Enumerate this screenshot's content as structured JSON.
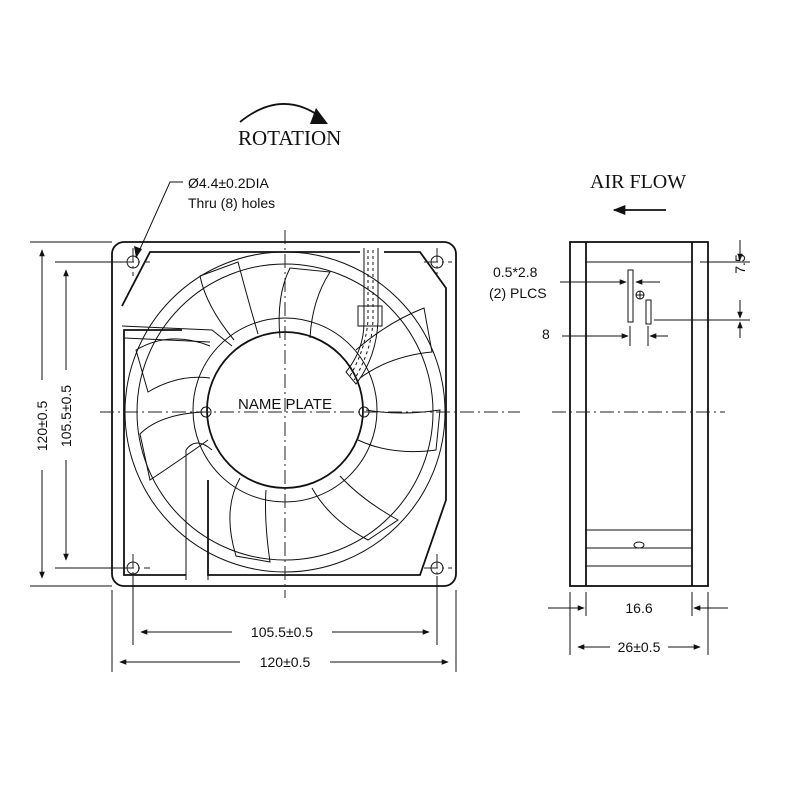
{
  "labels": {
    "rotation": "ROTATION",
    "air_flow": "AIR FLOW",
    "hole_spec_line1": "Ø4.4±0.2DIA",
    "hole_spec_line2": "Thru (8) holes",
    "name_plate": "NAME PLATE",
    "terminal_spec_line1": "0.5*2.8",
    "terminal_spec_line2": "(2) PLCS"
  },
  "dimensions": {
    "front_height": "120±0.5",
    "front_hole_pitch_vertical": "105.5±0.5",
    "front_hole_pitch_horizontal": "105.5±0.5",
    "front_width": "120±0.5",
    "side_terminal_offset": "7.5",
    "side_terminal_spacing": "8",
    "side_inner_depth": "16.6",
    "side_depth": "26±0.5"
  }
}
